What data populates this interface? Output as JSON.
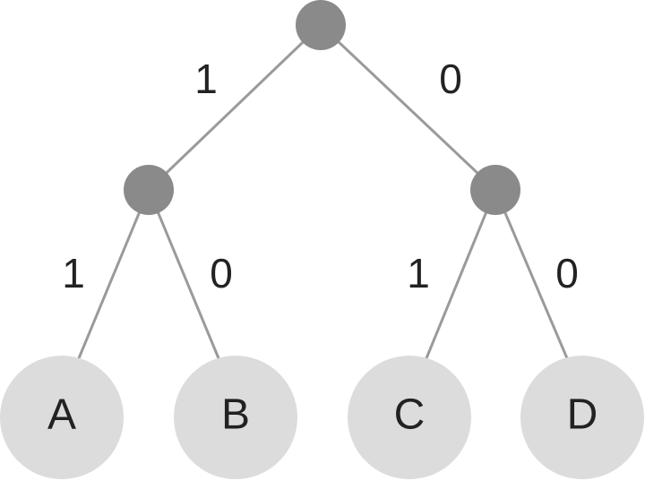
{
  "tree": {
    "root": {
      "name": "root"
    },
    "internal_nodes": [
      {
        "name": "left"
      },
      {
        "name": "right"
      }
    ],
    "edges_top": [
      {
        "label": "1"
      },
      {
        "label": "0"
      }
    ],
    "edges_bottom": [
      {
        "label": "1"
      },
      {
        "label": "0"
      },
      {
        "label": "1"
      },
      {
        "label": "0"
      }
    ],
    "leaves": [
      {
        "label": "A"
      },
      {
        "label": "B"
      },
      {
        "label": "C"
      },
      {
        "label": "D"
      }
    ]
  },
  "colors": {
    "internal_node": "#8a8a8a",
    "leaf_node": "#dcdcdc",
    "edge": "#9a9a9a",
    "text": "#222222"
  }
}
